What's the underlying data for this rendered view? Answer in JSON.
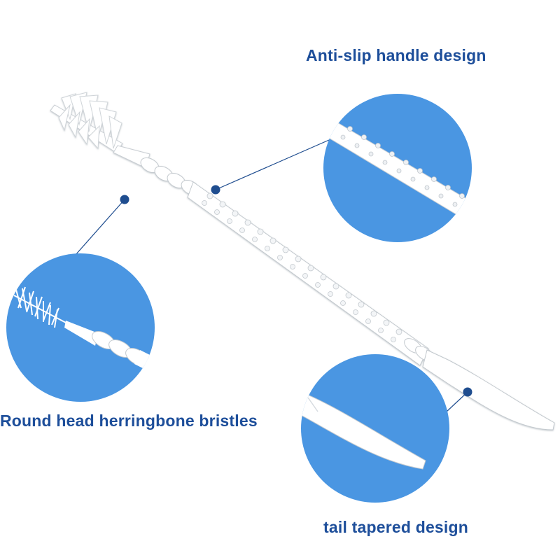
{
  "colors": {
    "background": "#ffffff",
    "circle_fill": "#4a96e2",
    "label_text": "#1d4e9a",
    "leader_line": "#1f4d8f",
    "marker_dot": "#1f4d8f",
    "pick_white": "#ffffff",
    "pick_shade": "#d6dbe0"
  },
  "callouts": {
    "handle": {
      "label": "Anti-slip handle design",
      "icon": "handle-closeup-icon"
    },
    "bristles": {
      "label": "Round head herringbone bristles",
      "icon": "bristle-closeup-icon"
    },
    "tail": {
      "label": "tail tapered design",
      "icon": "tail-closeup-icon"
    }
  }
}
